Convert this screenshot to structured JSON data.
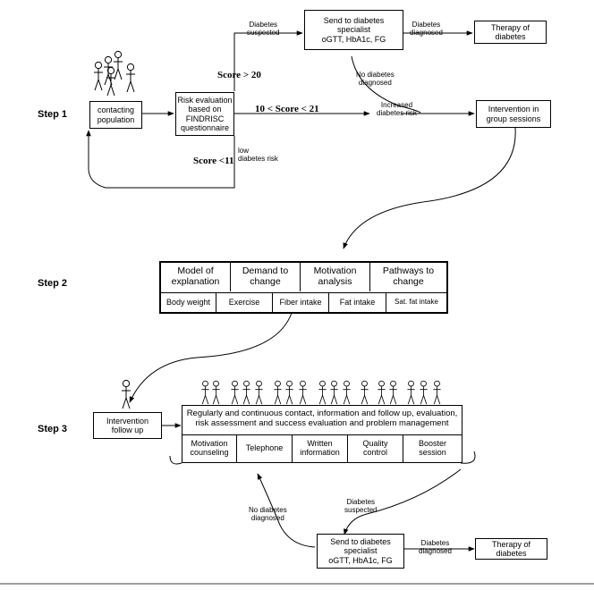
{
  "steps": {
    "step1": "Step 1",
    "step2": "Step 2",
    "step3": "Step 3"
  },
  "step1": {
    "contacting_population": "contacting\npopulation",
    "risk_evaluation": "Risk evaluation\nbased on\nFINDRISC\nquestionnaire",
    "score_gt20": "Score > 20",
    "score_mid": "10 < Score < 21",
    "score_lt11": "Score <11",
    "low_risk": "low\ndiabetes risk",
    "diabetes_suspected": "Diabetes\nsuspected",
    "send_specialist": "Send to diabetes\nspecialist\noGTT, HbA1c, FG",
    "diabetes_diagnosed": "Diabetes\ndiagnosed",
    "therapy": "Therapy of\ndiabetes",
    "no_diabetes_diagnosed": "No diabetes\ndiagnosed",
    "increased_risk": "Increased\ndiabetes risk",
    "intervention_group": "Intervention in\ngroup sessions"
  },
  "step2": {
    "top": [
      "Model of\nexplanation",
      "Demand to\nchange",
      "Motivation\nanalysis",
      "Pathways to\nchange"
    ],
    "bottom": [
      "Body weight",
      "Exercise",
      "Fiber intake",
      "Fat intake",
      "Sat. fat intake"
    ]
  },
  "step3": {
    "intervention_followup": "Intervention\nfollow up",
    "main_text": "Regularly and continuous contact, information and follow up, evaluation,\nrisk assessment and success evaluation and problem management",
    "bottom": [
      "Motivation\ncounseling",
      "Telephone",
      "Written\ninformation",
      "Quality\ncontrol",
      "Booster\nsession"
    ],
    "no_diabetes_diagnosed": "No diabetes\ndiagnosed",
    "diabetes_suspected": "Diabetes\nsuspected",
    "send_specialist": "Send to diabetes\nspecialist\noGTT, HbA1c, FG",
    "diabetes_diagnosed": "Diabetes\ndiagnosed",
    "therapy": "Therapy of\ndiabetes"
  },
  "icons": {
    "people": "stick-figure-person"
  }
}
